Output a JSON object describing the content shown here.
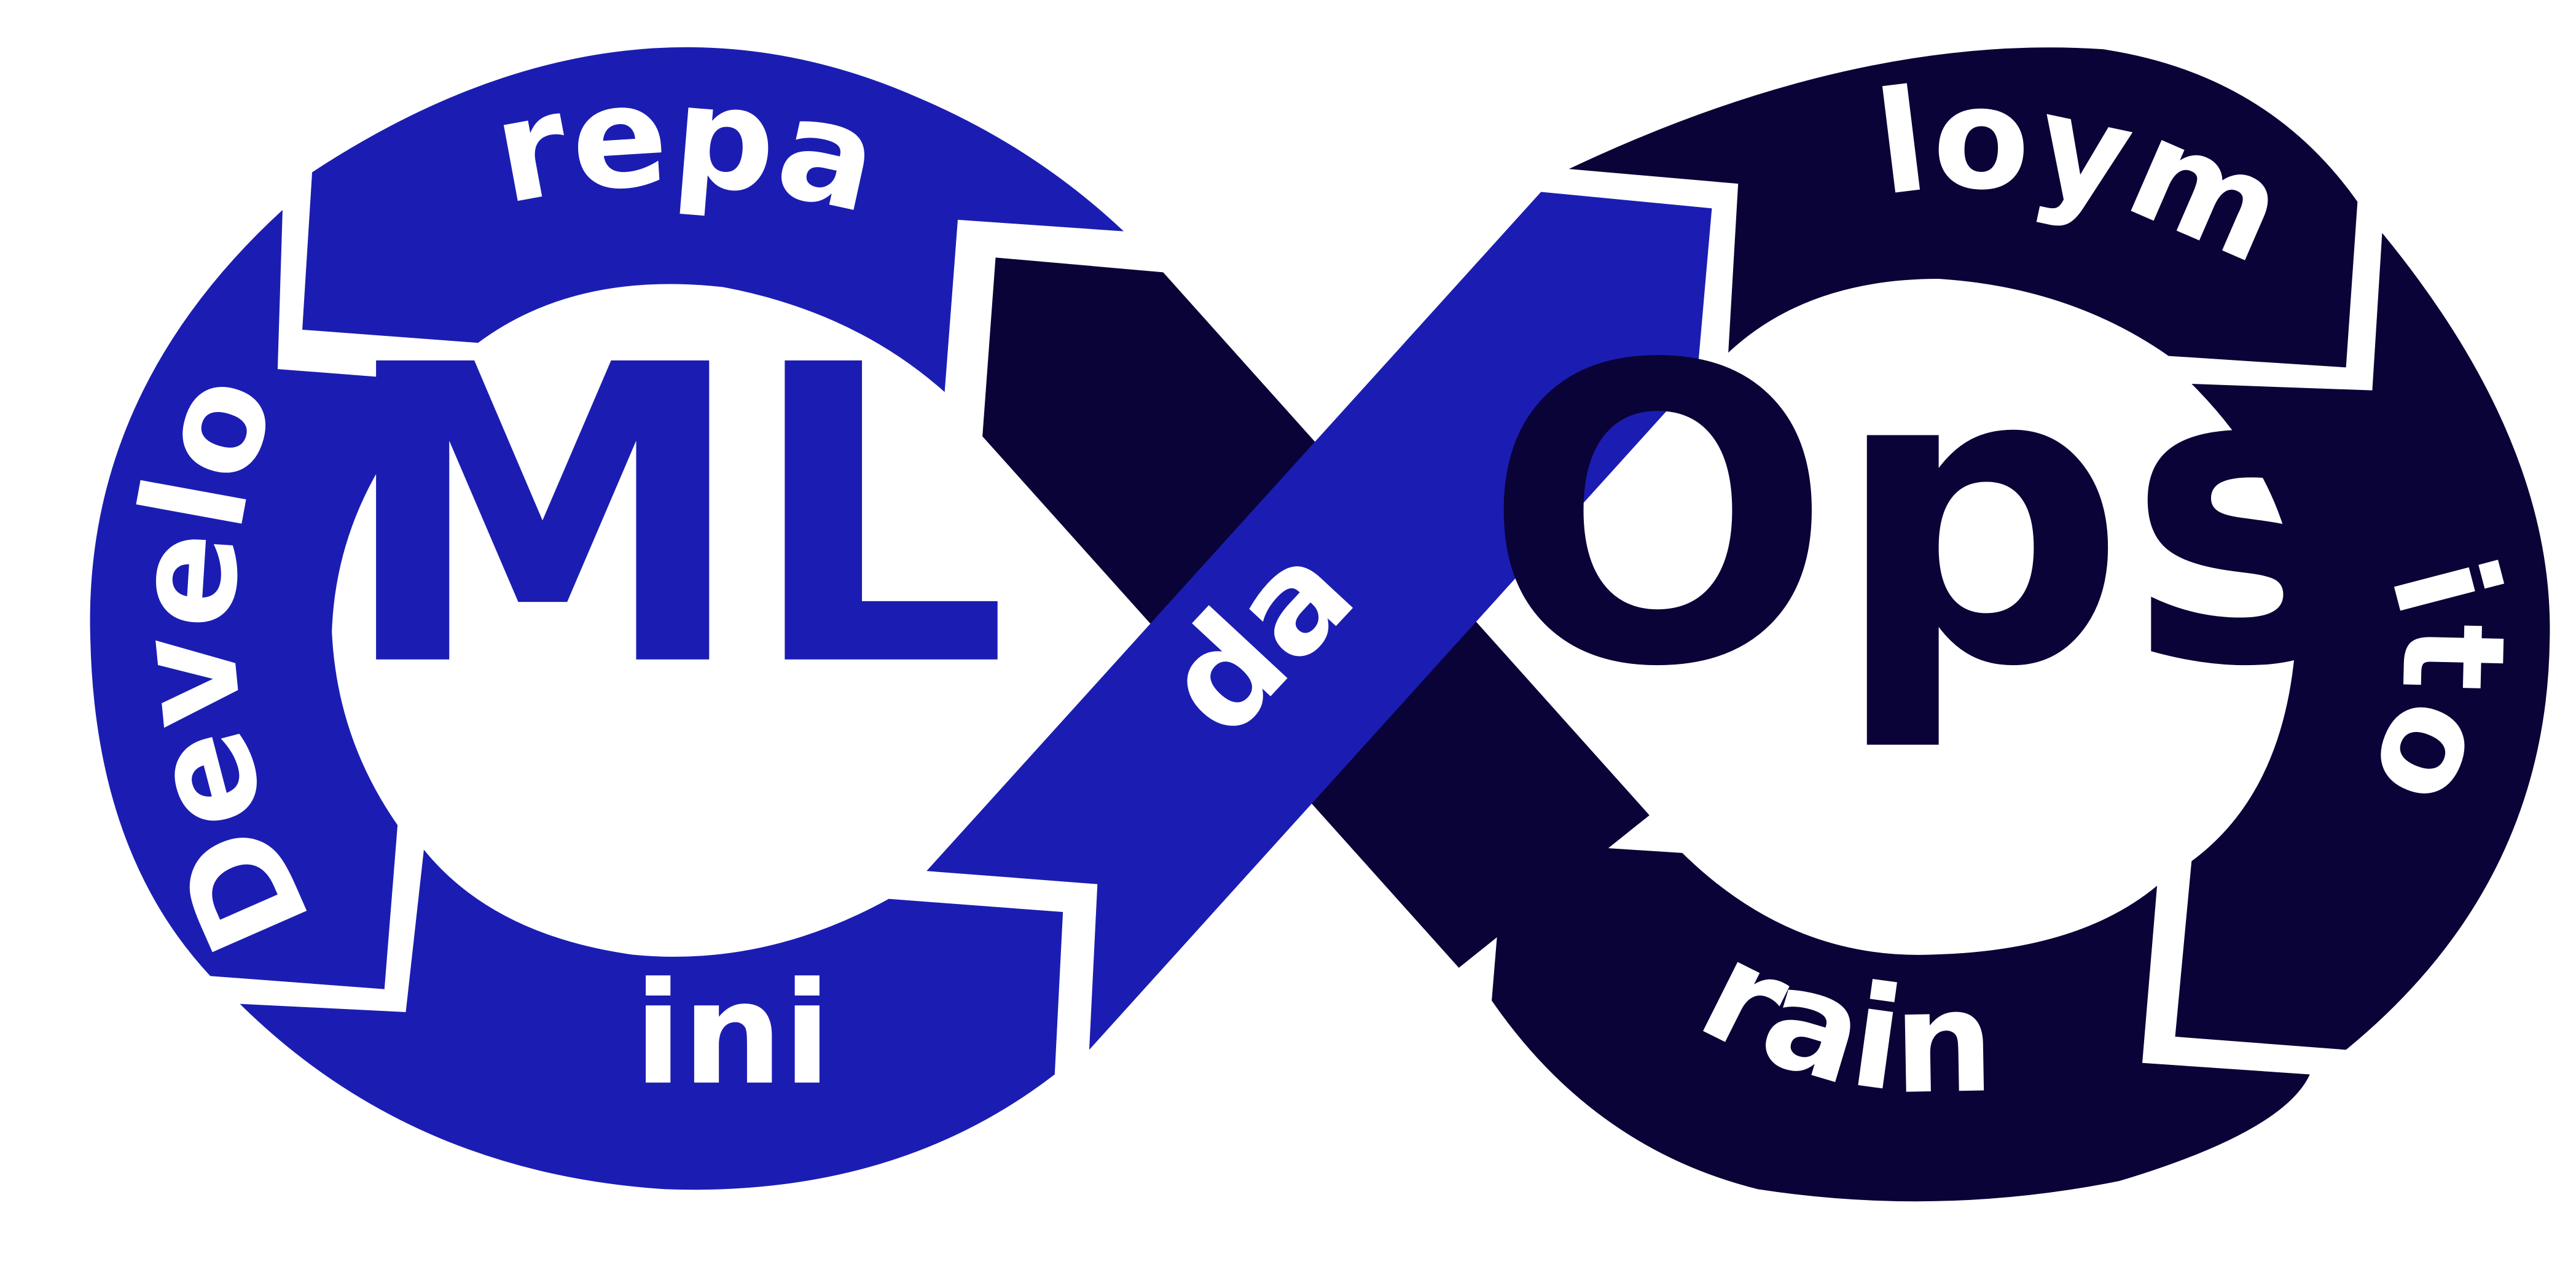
{
  "colors": {
    "ml_blue": "#1b1db2",
    "ops_navy": "#0a0338",
    "label_text": "#ffffff",
    "background": "#ffffff"
  },
  "centers": {
    "left": "ML",
    "right": "Ops"
  },
  "segments": {
    "data_preparation": "Data Preparation",
    "model_development": "Model Development",
    "training": "Training",
    "validation": "Validation",
    "deployment": "Deployment",
    "monitoring": "Monitoring",
    "retraining": "Retraining"
  }
}
